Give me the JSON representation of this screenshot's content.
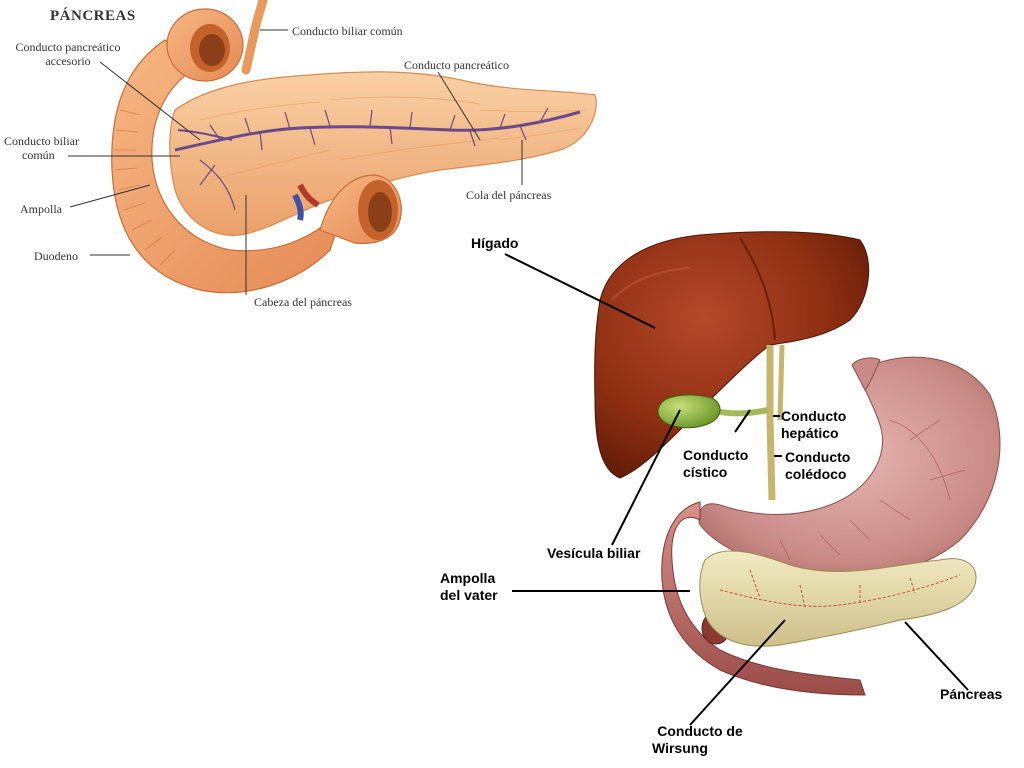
{
  "top_figure": {
    "title": "PÁNCREAS",
    "labels": {
      "conducto_biliar_comun_top": "Conducto biliar común",
      "conducto_pancreatico_accesorio_1": "Conducto pancreático",
      "conducto_pancreatico_accesorio_2": "accesorio",
      "conducto_pancreatico": "Conducto pancreático",
      "conducto_biliar_comun_left_1": "Conducto biliar",
      "conducto_biliar_comun_left_2": "común",
      "ampolla": "Ampolla",
      "duodeno": "Duodeno",
      "cola_del_pancreas": "Cola del páncreas",
      "cabeza_del_pancreas": "Cabeza del páncreas"
    }
  },
  "bottom_figure": {
    "labels": {
      "higado": "Hígado",
      "conducto_hepatico_1": "Conducto",
      "conducto_hepatico_2": "hepático",
      "conducto_coledoco_1": "Conducto",
      "conducto_coledoco_2": "colédoco",
      "conducto_cistico_1": "Conducto",
      "conducto_cistico_2": "cístico",
      "vesicula_biliar": "Vesícula biliar",
      "ampolla_vater_1": "Ampolla",
      "ampolla_vater_2": "del vater",
      "pancreas": "Páncreas",
      "wirsung_1": "Conducto de",
      "wirsung_2": "Wirsung"
    }
  },
  "colors": {
    "pancreas_illustration": "#f2b07e",
    "duodenum": "#eea06b",
    "liver": "#8e2f12",
    "gallbladder": "#8fb23a",
    "stomach": "#c98a86",
    "pancreas_lower": "#e7dcab",
    "duct_purple": "#6a4a8a"
  }
}
